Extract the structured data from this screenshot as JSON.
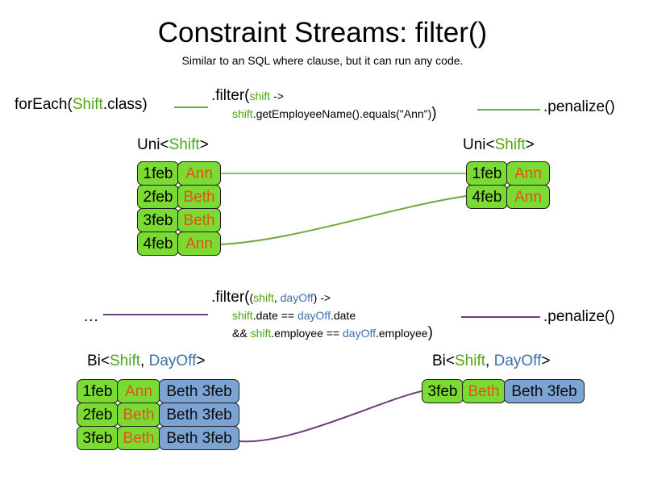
{
  "slide": {
    "title": "Constraint Streams: filter()",
    "subtitle": "Similar to an SQL where clause, but it can run any code."
  },
  "colors": {
    "fact_green": "#7CDB33",
    "fact_blue": "#7BA3D4",
    "name_orange": "#E2511B",
    "token_shift_green": "#4CA714",
    "token_dayoff_blue": "#3E6FAE",
    "connector_green": "#6FA83C",
    "connector_purple": "#6B3F7A"
  },
  "pipeline_uni": {
    "source_label": "forEach(",
    "source_type": "Shift",
    "source_suffix": ".class)",
    "filter_head": ".filter(",
    "filter_param": "shift",
    "filter_arrow": " ->",
    "filter_body_var": "shift",
    "filter_body_expr": ".getEmployeeName().equals(\"Ann\")",
    "filter_close": ")",
    "penalize_label": ".penalize()"
  },
  "pipeline_bi": {
    "source_label": "...",
    "filter_head": ".filter(",
    "filter_open_paren": "(",
    "filter_param_1": "shift",
    "filter_param_sep": ", ",
    "filter_param_2": "dayOff",
    "filter_close_paren": ")",
    "filter_arrow": " ->",
    "line2_var1": "shift",
    "line2_mid": ".date == ",
    "line2_var2": "dayOff",
    "line2_end": ".date",
    "line3_pre": "&& ",
    "line3_var1": "shift",
    "line3_mid": ".employee == ",
    "line3_var2": "dayOff",
    "line3_end": ".employee",
    "filter_close": ")",
    "penalize_label": ".penalize()"
  },
  "headers": {
    "uni_left": {
      "prefix": "Uni<",
      "type1": "Shift",
      "suffix": ">"
    },
    "uni_right": {
      "prefix": "Uni<",
      "type1": "Shift",
      "suffix": ">"
    },
    "bi_left": {
      "prefix": "Bi<",
      "type1": "Shift",
      "sep": ", ",
      "type2": "DayOff",
      "suffix": ">"
    },
    "bi_right": {
      "prefix": "Bi<",
      "type1": "Shift",
      "sep": ", ",
      "type2": "DayOff",
      "suffix": ">"
    }
  },
  "tables": {
    "uni_left": {
      "rows": [
        {
          "date": "1feb",
          "name": "Ann"
        },
        {
          "date": "2feb",
          "name": "Beth"
        },
        {
          "date": "3feb",
          "name": "Beth"
        },
        {
          "date": "4feb",
          "name": "Ann"
        }
      ]
    },
    "uni_right": {
      "rows": [
        {
          "date": "1feb",
          "name": "Ann"
        },
        {
          "date": "4feb",
          "name": "Ann"
        }
      ]
    },
    "bi_left": {
      "rows": [
        {
          "date": "1feb",
          "name": "Ann",
          "pair": "Beth 3feb"
        },
        {
          "date": "2feb",
          "name": "Beth",
          "pair": "Beth 3feb"
        },
        {
          "date": "3feb",
          "name": "Beth",
          "pair": "Beth 3feb"
        }
      ]
    },
    "bi_right": {
      "rows": [
        {
          "date": "3feb",
          "name": "Beth",
          "pair": "Beth 3feb"
        }
      ]
    }
  }
}
